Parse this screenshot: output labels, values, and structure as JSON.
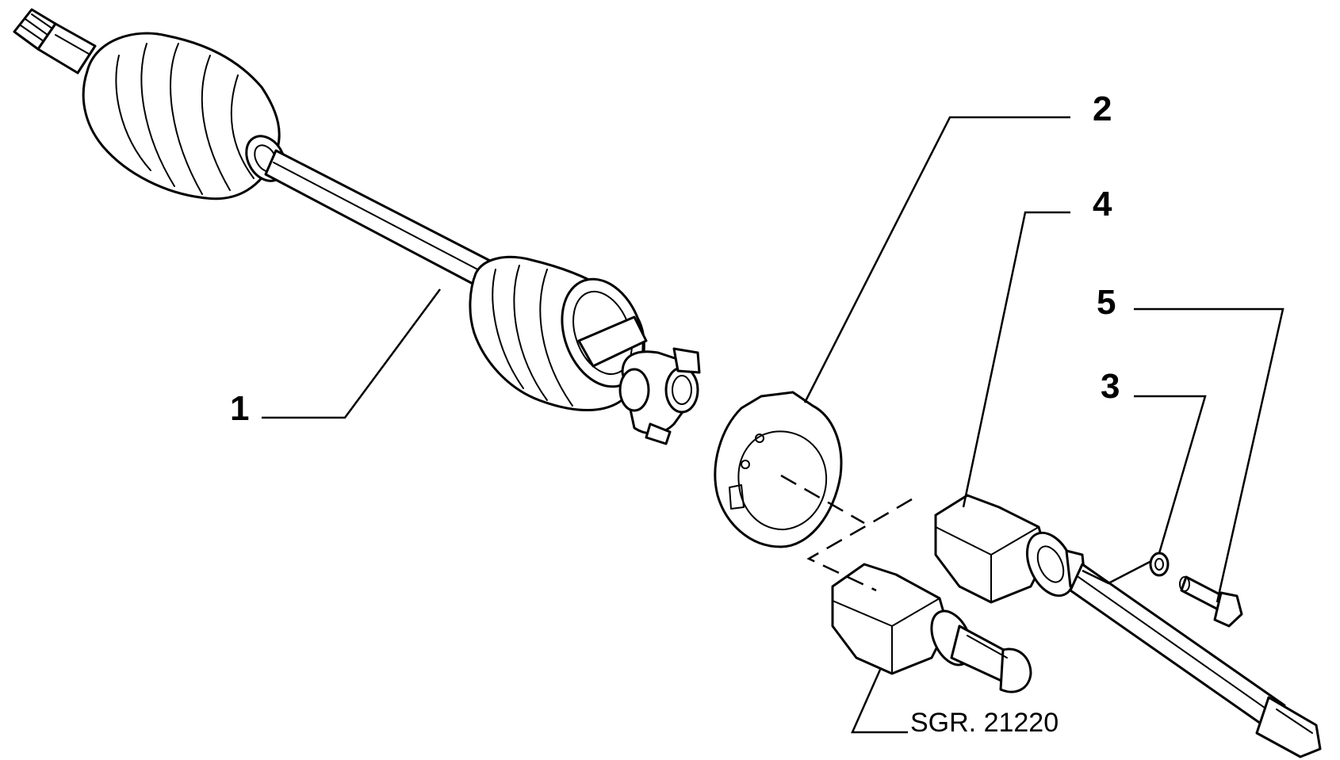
{
  "callouts": {
    "c1": "1",
    "c2": "2",
    "c3": "3",
    "c4": "4",
    "c5": "5"
  },
  "reference_label": "SGR. 21220",
  "colors": {
    "line": "#000000",
    "background": "#ffffff"
  }
}
